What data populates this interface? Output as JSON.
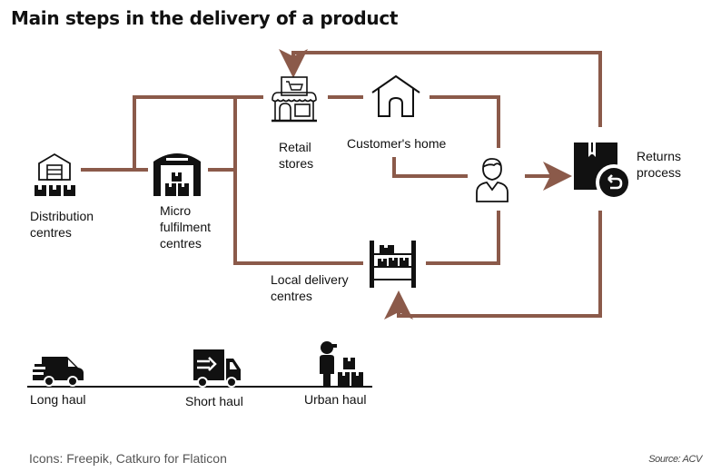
{
  "title": "Main steps in the delivery of a product",
  "colors": {
    "connector": "#8B5A4A",
    "icon": "#111111",
    "text": "#111111"
  },
  "nodes": {
    "distribution": {
      "label_1": "Distribution",
      "label_2": "centres",
      "icon": "warehouse-boxes-icon"
    },
    "micro": {
      "label_1": "Micro",
      "label_2": "fulfilment",
      "label_3": "centres",
      "icon": "warehouse-icon"
    },
    "retail": {
      "label_1": "Retail",
      "label_2": "stores",
      "icon": "store-icon"
    },
    "home": {
      "label": "Customer's home",
      "icon": "house-icon"
    },
    "customer": {
      "icon": "person-icon"
    },
    "local": {
      "label_1": "Local delivery",
      "label_2": "centres",
      "icon": "shelves-icon"
    },
    "returns": {
      "label_1": "Returns",
      "label_2": "process",
      "icon": "return-box-icon"
    }
  },
  "legend": {
    "long": {
      "label": "Long haul",
      "icon": "fast-van-icon"
    },
    "short": {
      "label": "Short haul",
      "icon": "truck-icon"
    },
    "urban": {
      "label": "Urban haul",
      "icon": "courier-icon"
    }
  },
  "footer": {
    "credit": "Icons: Freepik, Catkuro for Flaticon",
    "source": "Source: ACV"
  }
}
